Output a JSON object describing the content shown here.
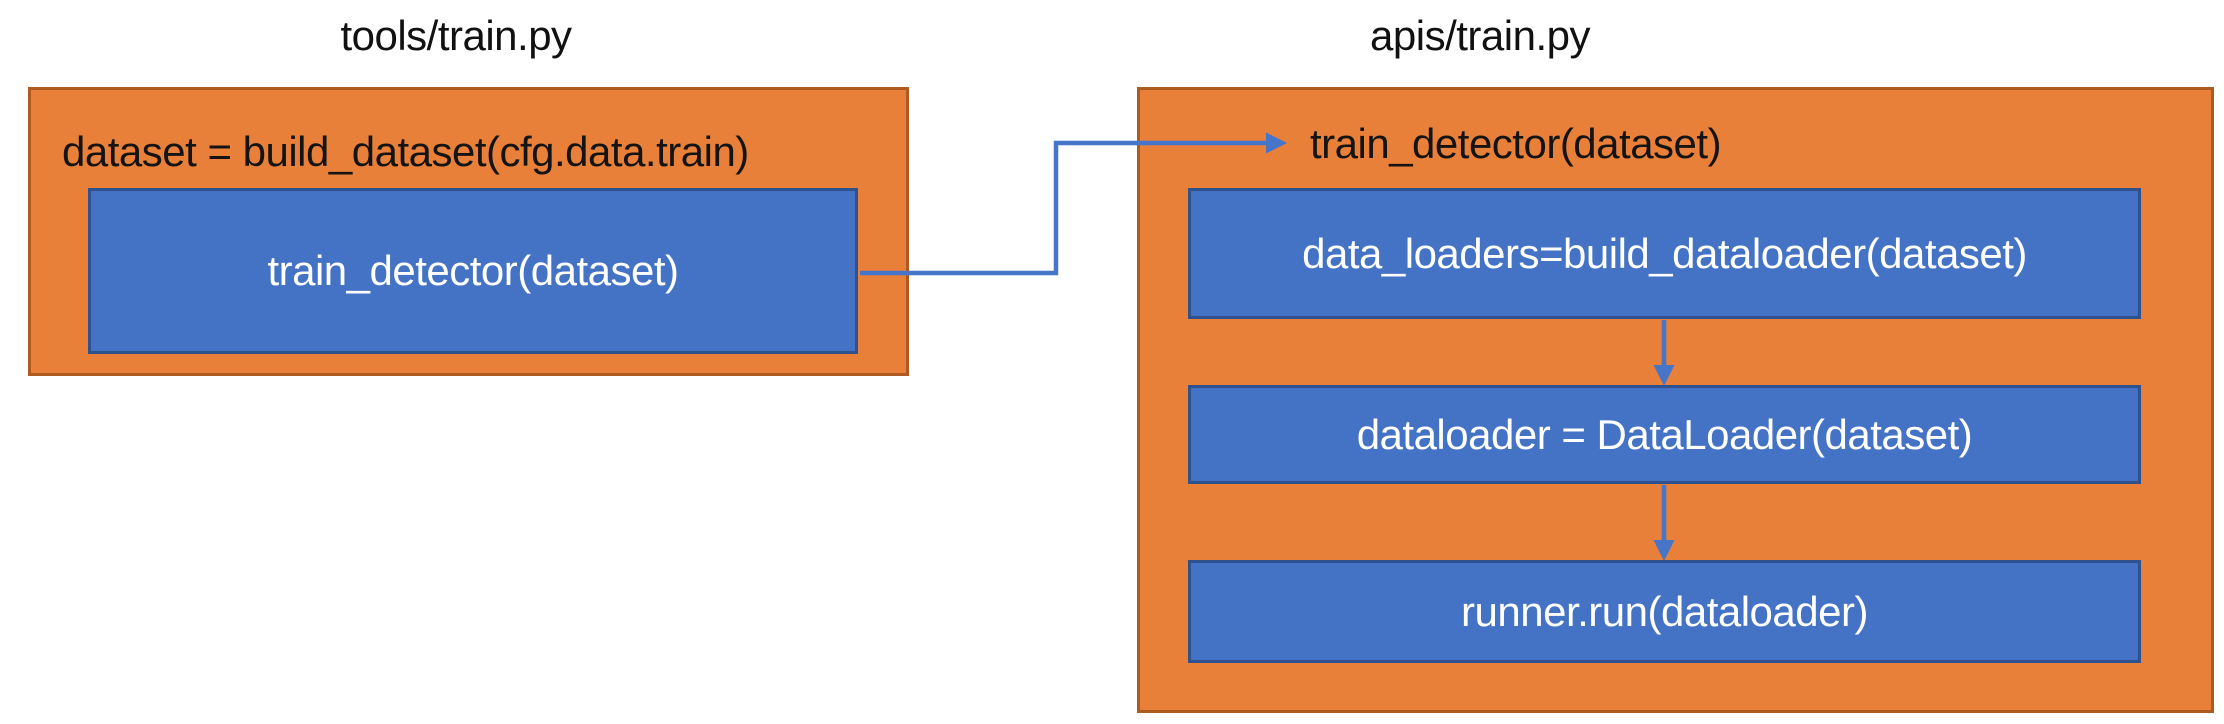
{
  "diagram": {
    "left_panel": {
      "title": "tools/train.py",
      "code_line": "dataset = build_dataset(cfg.data.train)",
      "call_box": "train_detector(dataset)"
    },
    "right_panel": {
      "title": "apis/train.py",
      "entry_line": "train_detector(dataset)",
      "steps": [
        "data_loaders=build_dataloader(dataset)",
        "dataloader = DataLoader(dataset)",
        "runner.run(dataloader)"
      ]
    },
    "connectors": [
      "call-flow from tools/train.py train_detector box to apis/train.py train_detector entry",
      "flow from build_dataloader step to DataLoader step",
      "flow from DataLoader step to runner.run step"
    ],
    "colors": {
      "panel_fill": "#E8803A",
      "panel_border": "#AE5A21",
      "box_fill": "#4472C4",
      "box_border": "#2F528F",
      "connector": "#4775C9",
      "code_text": "#141414",
      "box_text": "#FFFFFF",
      "background": "#FFFFFF"
    }
  }
}
